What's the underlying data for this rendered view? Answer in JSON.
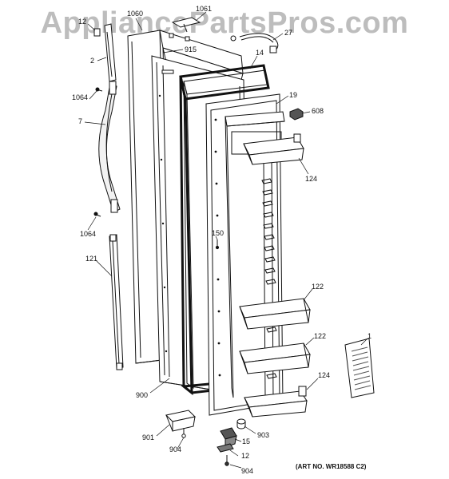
{
  "watermark": "AppliancePartsPros.com",
  "art_number": "(ART NO. WR18588 C2)",
  "parts": [
    {
      "id": "p12a",
      "label": "12"
    },
    {
      "id": "p1060",
      "label": "1060"
    },
    {
      "id": "p1061",
      "label": "1061"
    },
    {
      "id": "p27",
      "label": "27"
    },
    {
      "id": "p2",
      "label": "2"
    },
    {
      "id": "p915",
      "label": "915"
    },
    {
      "id": "p14",
      "label": "14"
    },
    {
      "id": "p1064a",
      "label": "1064"
    },
    {
      "id": "p19",
      "label": "19"
    },
    {
      "id": "p608",
      "label": "608"
    },
    {
      "id": "p7",
      "label": "7"
    },
    {
      "id": "p124a",
      "label": "124"
    },
    {
      "id": "p1064b",
      "label": "1064"
    },
    {
      "id": "p150",
      "label": "150"
    },
    {
      "id": "p121",
      "label": "121"
    },
    {
      "id": "p122a",
      "label": "122"
    },
    {
      "id": "p122b",
      "label": "122"
    },
    {
      "id": "p1",
      "label": "1"
    },
    {
      "id": "p124b",
      "label": "124"
    },
    {
      "id": "p900",
      "label": "900"
    },
    {
      "id": "p901",
      "label": "901"
    },
    {
      "id": "p903",
      "label": "903"
    },
    {
      "id": "p15",
      "label": "15"
    },
    {
      "id": "p904a",
      "label": "904"
    },
    {
      "id": "p12b",
      "label": "12"
    },
    {
      "id": "p904b",
      "label": "904"
    }
  ]
}
